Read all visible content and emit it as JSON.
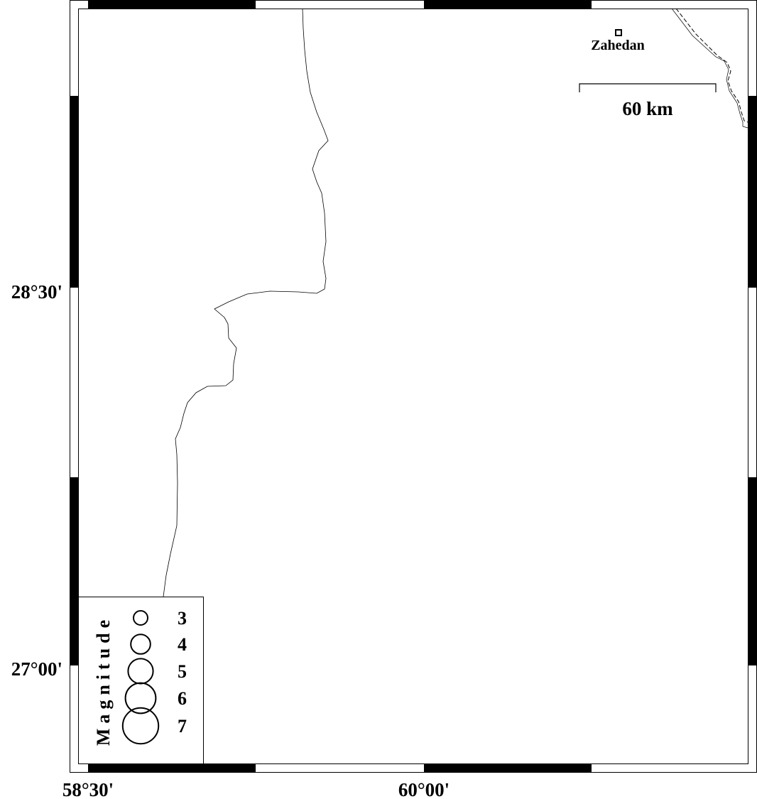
{
  "map": {
    "frame_style": "gmt-fancy",
    "colors": {
      "ink": "#000000",
      "background": "#ffffff"
    },
    "axes": {
      "left_labels": [
        "28°30'",
        "27°00'"
      ],
      "bottom_labels": [
        "58°30'",
        "60°00'"
      ]
    },
    "city": {
      "name": "Zahedan",
      "marker": "square-icon"
    },
    "scale_bar": {
      "label": "60 km"
    },
    "legend": {
      "title": "Magnitude",
      "entries": [
        {
          "label": "3",
          "magnitude": 3
        },
        {
          "label": "4",
          "magnitude": 4
        },
        {
          "label": "5",
          "magnitude": 5
        },
        {
          "label": "6",
          "magnitude": 6
        },
        {
          "label": "7",
          "magnitude": 7
        }
      ]
    }
  }
}
